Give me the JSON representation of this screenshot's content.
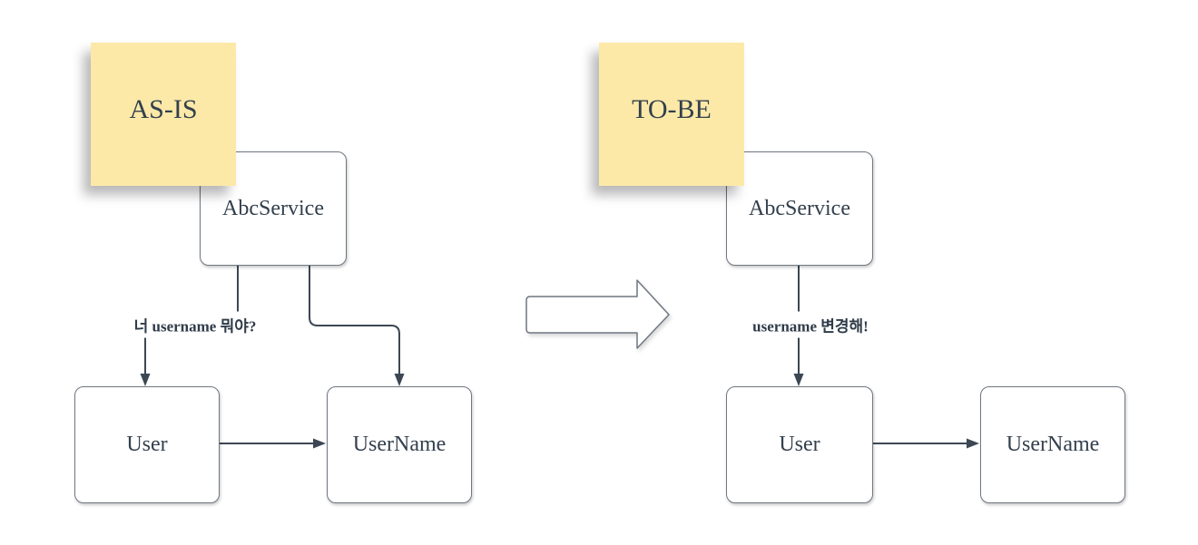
{
  "colors": {
    "sticky_fill": "#FCE9A8",
    "sticky_text": "#33404D",
    "node_border": "#6F7781",
    "node_text": "#33404D",
    "connector": "#3C4754",
    "label_text": "#2F3B49",
    "canvas_bg": "#FFFFFF"
  },
  "as_is": {
    "sticky_label": "AS-IS",
    "service_node": "AbcService",
    "user_node": "User",
    "username_node": "UserName",
    "edge_label": "너 username 뭐야?"
  },
  "to_be": {
    "sticky_label": "TO-BE",
    "service_node": "AbcService",
    "user_node": "User",
    "username_node": "UserName",
    "edge_label": "username 변경해!"
  }
}
